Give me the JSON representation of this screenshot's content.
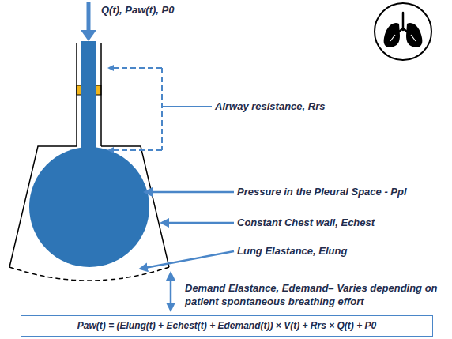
{
  "diagram": {
    "nodes": [
      {
        "text": [
          "Paw(t) = (Elung(t) + Echest(t) + Edemand(t)) × V(t) + Rrs × Q(t) + P0"
        ]
      }
    ],
    "labels": [
      "Q(t), Paw(t), P0",
      "Airway resistance, Rrs",
      "Pressure in the Pleural Space - Ppl",
      "Constant Chest wall, Echest",
      "Lung Elastance, Elung",
      "Demand Elastance, Edemand– Varies depending on patient spontaneous breathing effort"
    ]
  }
}
